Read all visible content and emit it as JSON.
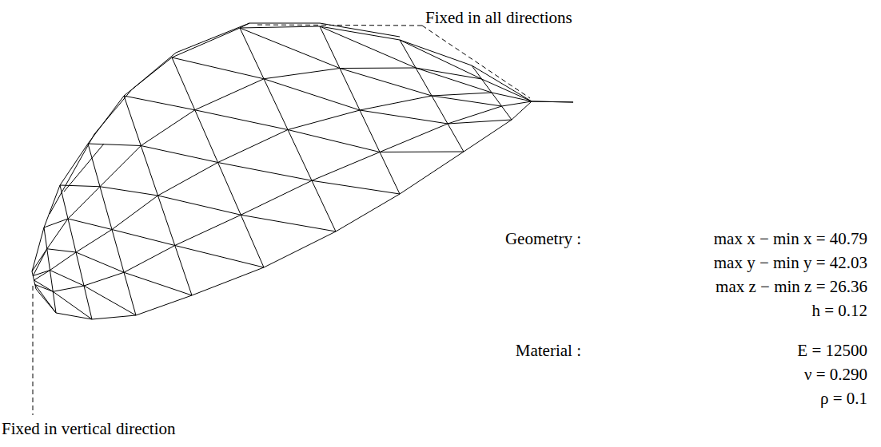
{
  "diagram": {
    "labels": [
      "Fixed in all directions",
      "Fixed in vertical direction",
      "Geometry :",
      "max x − min x = 40.79",
      "max y − min y = 42.03",
      "max z − min z = 26.36",
      "h = 0.12",
      "Material :",
      "E = 12500",
      "ν = 0.290",
      "ρ = 0.1"
    ]
  }
}
